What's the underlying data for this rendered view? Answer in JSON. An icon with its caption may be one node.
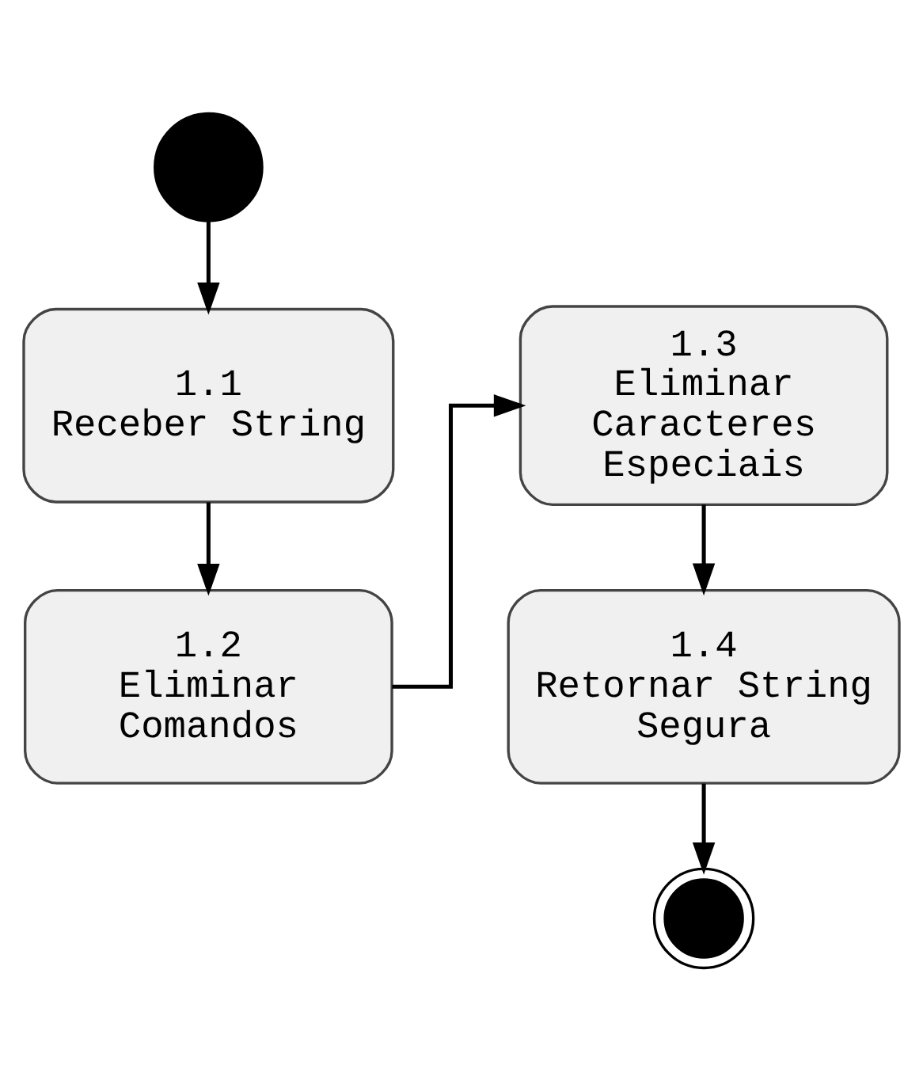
{
  "diagram": {
    "nodes": [
      {
        "text": [],
        "shape": "circle"
      },
      {
        "text": [
          "1.1",
          "Receber String"
        ]
      },
      {
        "text": [
          "1.2",
          "Eliminar Comandos"
        ]
      },
      {
        "text": [
          "1.3",
          "Eliminar Caracteres Especiais"
        ]
      },
      {
        "text": [
          "1.4",
          "Retornar String Segura"
        ]
      },
      {
        "text": [],
        "shape": "circle"
      }
    ],
    "edges": [
      {
        "from": 0,
        "to": 1,
        "arrow": "to"
      },
      {
        "from": 1,
        "to": 2,
        "arrow": "to"
      },
      {
        "from": 2,
        "to": 3,
        "arrow": "to"
      },
      {
        "from": 3,
        "to": 4,
        "arrow": "to"
      },
      {
        "from": 4,
        "to": 5,
        "arrow": "to"
      }
    ]
  }
}
